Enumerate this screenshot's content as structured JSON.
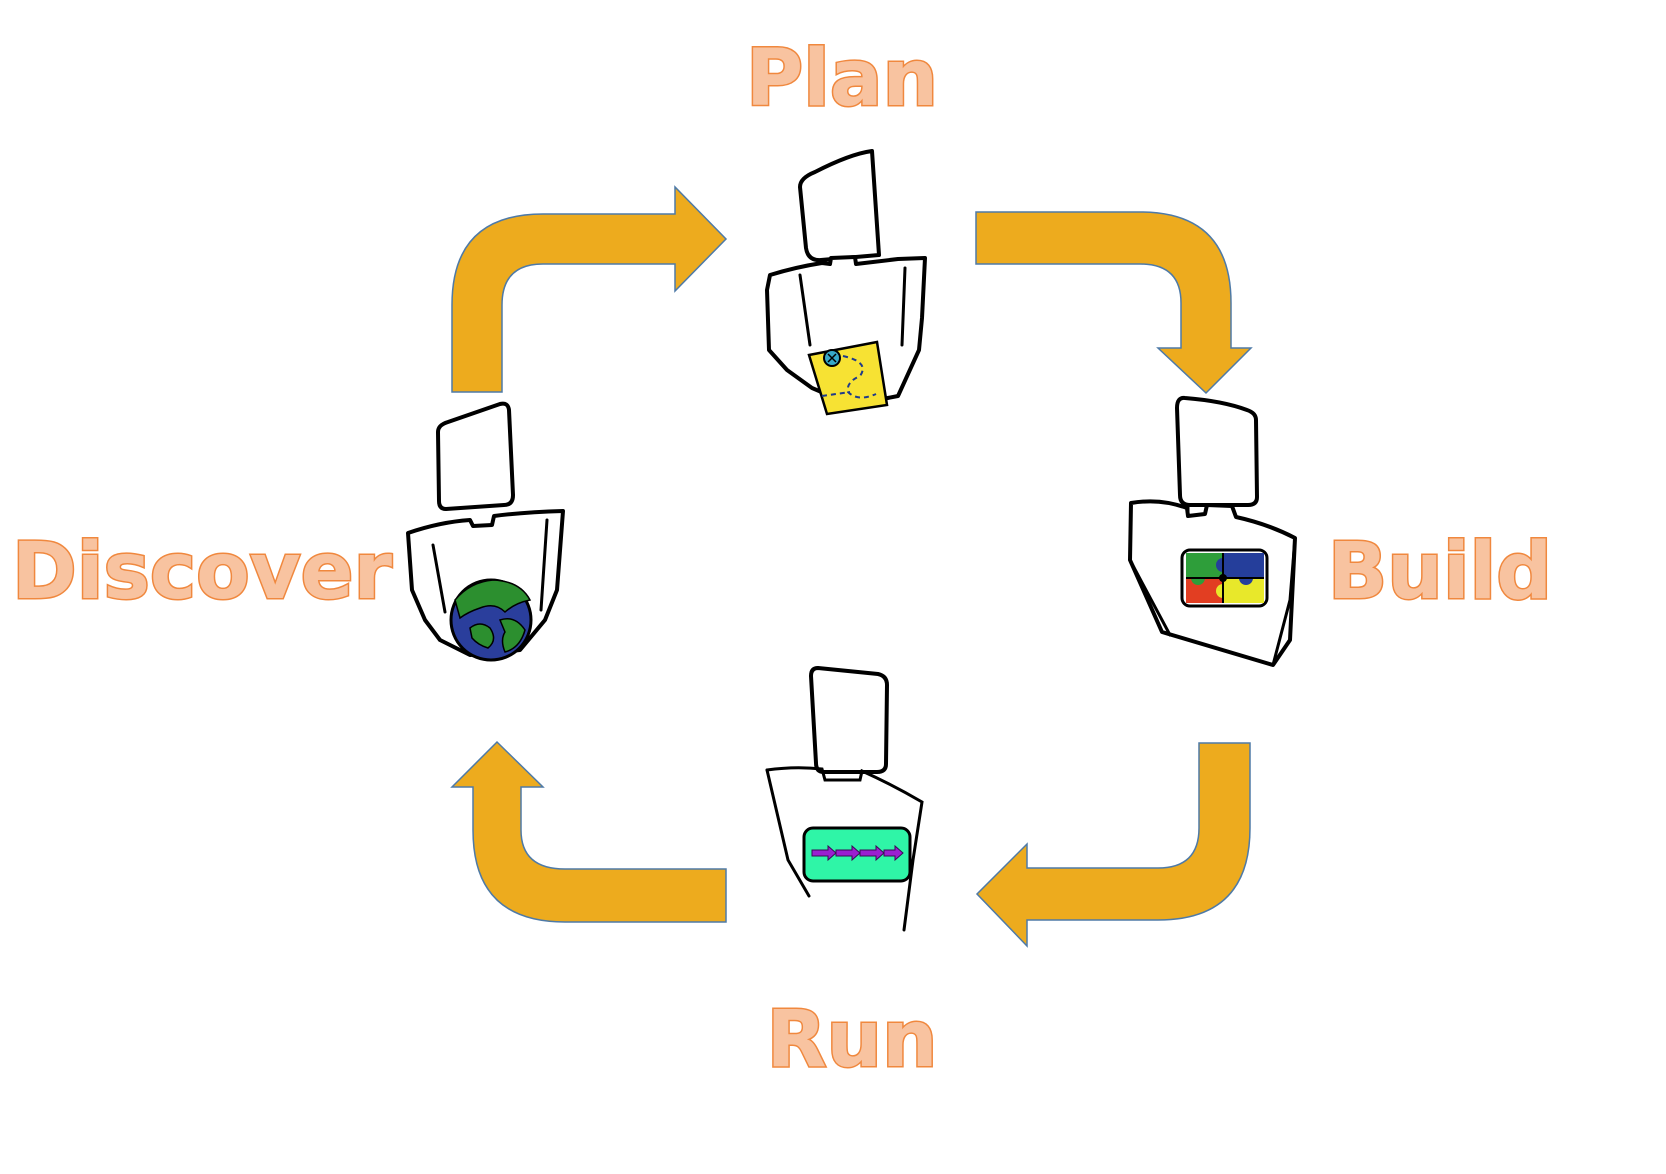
{
  "stages": {
    "plan": {
      "label": "Plan",
      "prop": "treasure-map-icon",
      "prop_color": "#f7e233"
    },
    "build": {
      "label": "Build",
      "prop": "puzzle-icon",
      "prop_colors": [
        "#2e9e3a",
        "#253e9b",
        "#e23e22",
        "#e8e82a"
      ]
    },
    "run": {
      "label": "Run",
      "prop": "pipeline-box-icon",
      "prop_color": "#2ff5a7",
      "arrow_color": "#9a1fd0"
    },
    "discover": {
      "label": "Discover",
      "prop": "globe-icon",
      "prop_colors": [
        "#2c8f2f",
        "#2a3e9c"
      ]
    }
  },
  "arrows": {
    "fill_color": "#edab1e",
    "outline_color": "#4e7aa7",
    "direction": "clockwise",
    "items": [
      {
        "name": "arrow-plan-to-build",
        "from": "Plan",
        "to": "Build"
      },
      {
        "name": "arrow-build-to-run",
        "from": "Build",
        "to": "Run"
      },
      {
        "name": "arrow-run-to-discover",
        "from": "Run",
        "to": "Discover"
      },
      {
        "name": "arrow-discover-to-plan",
        "from": "Discover",
        "to": "Plan"
      }
    ]
  },
  "colors": {
    "label_fill": "#f8c3a0",
    "label_stroke": "#f0883e"
  }
}
